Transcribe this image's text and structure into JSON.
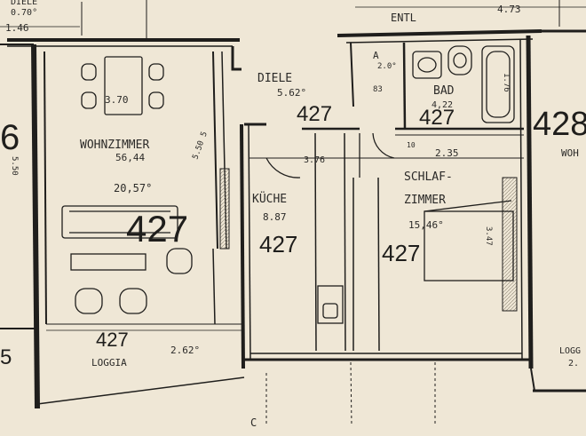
{
  "rooms": [
    {
      "id": "wohnzimmer",
      "name": "WOHNZIMMER",
      "area": "56,44",
      "size": "20,57°",
      "unit": "427"
    },
    {
      "id": "diele",
      "name": "DIELE",
      "area": "5.62°",
      "unit": "427"
    },
    {
      "id": "bad",
      "name": "BAD",
      "area": "4,22",
      "unit": "427"
    },
    {
      "id": "kueche",
      "name": "KÜCHE",
      "area": "8.87",
      "unit": "427"
    },
    {
      "id": "schlafzimmer",
      "name_line1": "SCHLAF-",
      "name_line2": "ZIMMER",
      "area": "15,46°",
      "unit": "427"
    },
    {
      "id": "loggia",
      "name": "LOGGIA",
      "area": "2.62°",
      "unit": "427"
    }
  ],
  "labels": {
    "entl": "ENTL",
    "a": "A",
    "a_val": "2.0°",
    "diele_top": "DIELE",
    "diele_top_val": "0.70°",
    "right_unit": "428",
    "right_room": "WOH",
    "right_loggia": "LOGG",
    "right_loggia_val": "2.",
    "left_digit": "6",
    "left_bottom_digit": "5",
    "bottom_c": "C"
  },
  "dimensions": {
    "d_3_70": "3.70",
    "d_3_76": "3.76",
    "d_2_35": "2.35",
    "d_4_73": "4.73",
    "d_1_46": "1.46",
    "d_1_76": "1.76",
    "d_83": "83",
    "d_10": "10",
    "d_3_47": "3.47",
    "d_5_50": "5.50",
    "d_5_505": "5.50 5"
  }
}
